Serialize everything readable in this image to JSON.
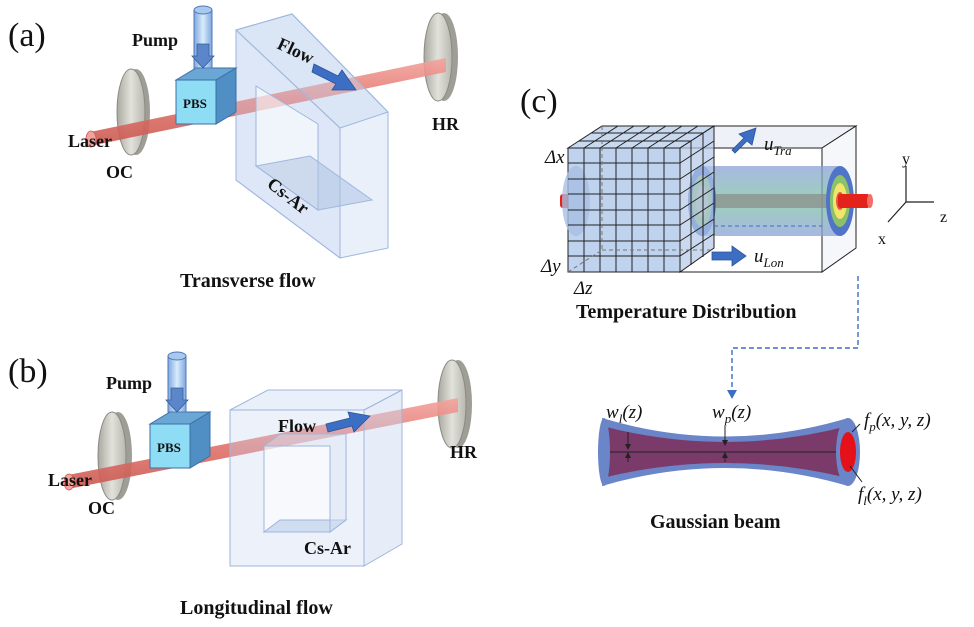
{
  "panel_a": {
    "label": "(a)",
    "pump": "Pump",
    "pbs": "PBS",
    "laser": "Laser",
    "oc": "OC",
    "hr": "HR",
    "flow": "Flow",
    "cell": "Cs-Ar",
    "caption": "Transverse flow"
  },
  "panel_b": {
    "label": "(b)",
    "pump": "Pump",
    "pbs": "PBS",
    "laser": "Laser",
    "oc": "OC",
    "hr": "HR",
    "flow": "Flow",
    "cell": "Cs-Ar",
    "caption": "Longitudinal flow"
  },
  "panel_c": {
    "label": "(c)",
    "dx": "Δx",
    "dy": "Δy",
    "dz": "Δz",
    "u_tra": "u",
    "u_tra_sub": "Tra",
    "u_lon": "u",
    "u_lon_sub": "Lon",
    "axis_x": "x",
    "axis_y": "y",
    "axis_z": "z",
    "temp_caption": "Temperature Distribution",
    "wl_main": "w",
    "wl_sub": "l",
    "wl_arg": "(z)",
    "wp_main": "w",
    "wp_sub": "p",
    "wp_arg": "(z)",
    "fp_main": "f",
    "fp_sub": "p",
    "fp_arg": "(x, y, z)",
    "fl_main": "f",
    "fl_sub": "l",
    "fl_arg": "(x, y, z)",
    "beam_caption": "Gaussian beam"
  },
  "colors": {
    "beam": "#e8837d",
    "pbs": "#8fdcf5",
    "pump": "#5b86c9",
    "flow_arrow": "#3c6fc4",
    "cell": "#c8d8f0",
    "mirror": "#c9c9c1",
    "grid_fill": "#bfd3ee",
    "beam_outer": "#6a85c8",
    "beam_inner": "#7a3b6a",
    "dashed": "#3b6fc4"
  }
}
